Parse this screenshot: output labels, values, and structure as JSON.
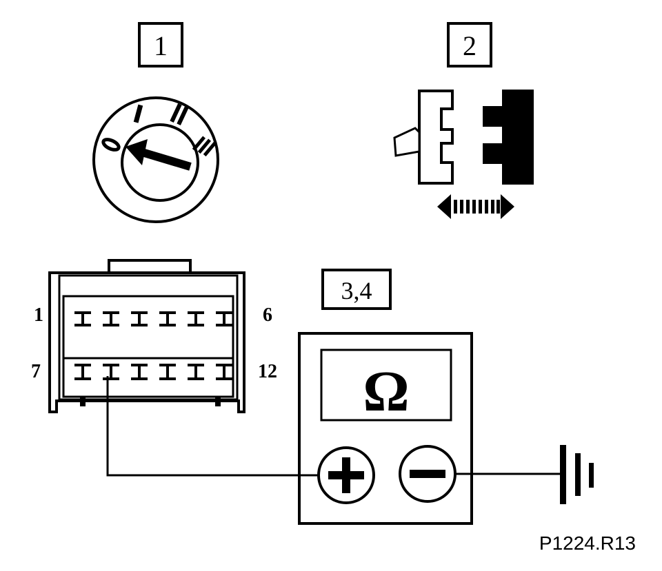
{
  "steps": {
    "step1_label": "1",
    "step2_label": "2",
    "step3_label": "3,4"
  },
  "ignition": {
    "positions": [
      "0",
      "I",
      "II",
      "III"
    ],
    "selected_position": "0"
  },
  "connector": {
    "pin_top_left": "1",
    "pin_top_right": "6",
    "pin_bottom_left": "7",
    "pin_bottom_right": "12",
    "pins_per_row": 6,
    "rows": 2,
    "probed_pin": 8
  },
  "meter": {
    "unit_symbol": "Ω",
    "positive_symbol": "+",
    "negative_symbol": "−"
  },
  "figure_ref": "P1224.R13",
  "colors": {
    "ink": "#000000",
    "paper": "#ffffff"
  }
}
